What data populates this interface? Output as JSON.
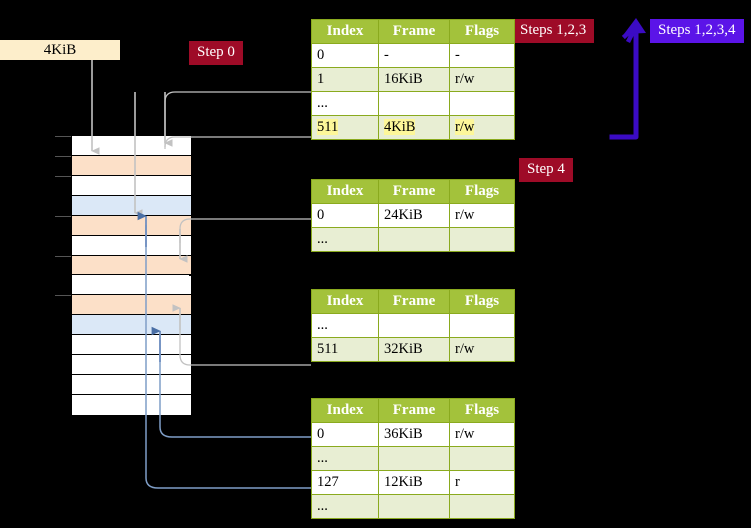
{
  "title": "Multi-level page table walk diagram",
  "labels": {
    "kib_box": "4KiB",
    "step0": "Step 0",
    "step4": "Step 4",
    "steps123": "Steps 1,2,3",
    "steps1234": "Steps 1,2,3,4"
  },
  "colors": {
    "badge_red": "#9e0b27",
    "badge_blue": "#5b14e8",
    "table_header": "#a3c23b",
    "table_header_border": "#8aaa1e",
    "table_alt_row": "#e8eed3",
    "highlight": "#fdf79a",
    "kib_box": "#fdeecb",
    "mem_orange": "#fce0c8",
    "mem_blue": "#dbe8f7",
    "mem_white": "#ffffff",
    "arrow_gray": "#b9b9b9",
    "arrow_blue": "#6f8fc0",
    "bracket_purple": "#3b0bc4"
  },
  "tables": [
    {
      "id": "table-level-1",
      "headers": [
        "Index",
        "Frame",
        "Flags"
      ],
      "rows": [
        {
          "cells": [
            "0",
            "-",
            "-"
          ],
          "alt": false,
          "highlight": false
        },
        {
          "cells": [
            "1",
            "16KiB",
            "r/w"
          ],
          "alt": true,
          "highlight": false
        },
        {
          "cells": [
            "...",
            "",
            ""
          ],
          "alt": false,
          "highlight": false
        },
        {
          "cells": [
            "511",
            "4KiB",
            "r/w"
          ],
          "alt": true,
          "highlight": true
        }
      ]
    },
    {
      "id": "table-level-2",
      "headers": [
        "Index",
        "Frame",
        "Flags"
      ],
      "rows": [
        {
          "cells": [
            "0",
            "24KiB",
            "r/w"
          ],
          "alt": false,
          "highlight": false
        },
        {
          "cells": [
            "...",
            "",
            ""
          ],
          "alt": true,
          "highlight": false
        }
      ]
    },
    {
      "id": "table-level-3",
      "headers": [
        "Index",
        "Frame",
        "Flags"
      ],
      "rows": [
        {
          "cells": [
            "...",
            "",
            ""
          ],
          "alt": false,
          "highlight": false
        },
        {
          "cells": [
            "511",
            "32KiB",
            "r/w"
          ],
          "alt": true,
          "highlight": false
        }
      ]
    },
    {
      "id": "table-level-4",
      "headers": [
        "Index",
        "Frame",
        "Flags"
      ],
      "rows": [
        {
          "cells": [
            "0",
            "36KiB",
            "r/w"
          ],
          "alt": false,
          "highlight": false
        },
        {
          "cells": [
            "...",
            "",
            ""
          ],
          "alt": true,
          "highlight": false
        },
        {
          "cells": [
            "127",
            "12KiB",
            "r"
          ],
          "alt": false,
          "highlight": false
        },
        {
          "cells": [
            "...",
            "",
            ""
          ],
          "alt": true,
          "highlight": false
        }
      ]
    }
  ],
  "memory_column": {
    "name": "physical-memory-frames",
    "rows": [
      {
        "fill": "white",
        "tick": true
      },
      {
        "fill": "orange",
        "tick": true
      },
      {
        "fill": "white",
        "tick": true
      },
      {
        "fill": "blue",
        "tick": false
      },
      {
        "fill": "orange",
        "tick": true
      },
      {
        "fill": "white",
        "tick": false
      },
      {
        "fill": "orange",
        "tick": true
      },
      {
        "fill": "white",
        "tick": false
      },
      {
        "fill": "orange",
        "tick": true
      },
      {
        "fill": "blue",
        "tick": false
      },
      {
        "fill": "white",
        "tick": false
      },
      {
        "fill": "white",
        "tick": false
      },
      {
        "fill": "white",
        "tick": false
      },
      {
        "fill": "white",
        "tick": false
      }
    ]
  }
}
